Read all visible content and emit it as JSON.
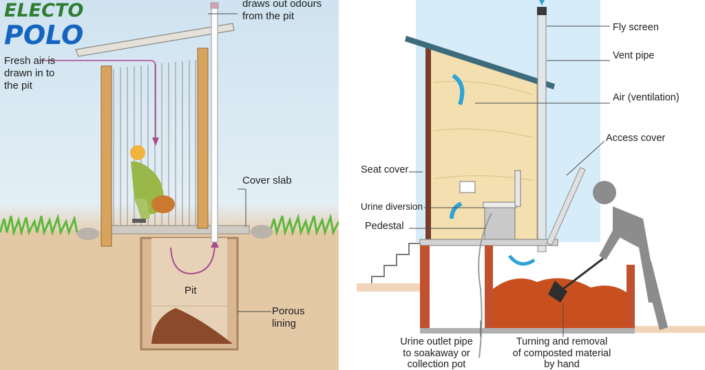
{
  "brand": {
    "line1": "ELECTO",
    "line2": "POLO",
    "color1": "#2e7d32",
    "color2": "#1565c0"
  },
  "left_diagram": {
    "labels": {
      "odours": "draws out odours\nfrom the pit",
      "fresh_air": "Fresh air is\ndrawn in to\nthe pit",
      "cover_slab": "Cover slab",
      "pit": "Pit",
      "porous_lining": "Porous\nlining"
    },
    "colors": {
      "sky": "#cfe3f0",
      "soil": "#e1c7a4",
      "arrow": "#a64b8e",
      "compost": "#8b4a2b",
      "grass": "#5cb83a"
    }
  },
  "right_diagram": {
    "labels": {
      "fly_screen": "Fly screen",
      "vent_pipe": "Vent pipe",
      "air_ventilation": "Air (ventilation)",
      "access_cover": "Access cover",
      "seat_cover": "Seat cover",
      "urine_diversion": "Urine diversion",
      "pedestal": "Pedestal",
      "urine_outlet": "Urine outlet pipe\nto soakaway or\ncollection pot",
      "turning_removal": "Turning and removal\nof composted material\nby hand"
    },
    "colors": {
      "wall": "#f3dfb0",
      "brick": "#c0502e",
      "compost": "#c8501f",
      "arrow": "#2ea3d6",
      "figure": "#8c8c8c",
      "roof": "#3d6b7c"
    }
  }
}
